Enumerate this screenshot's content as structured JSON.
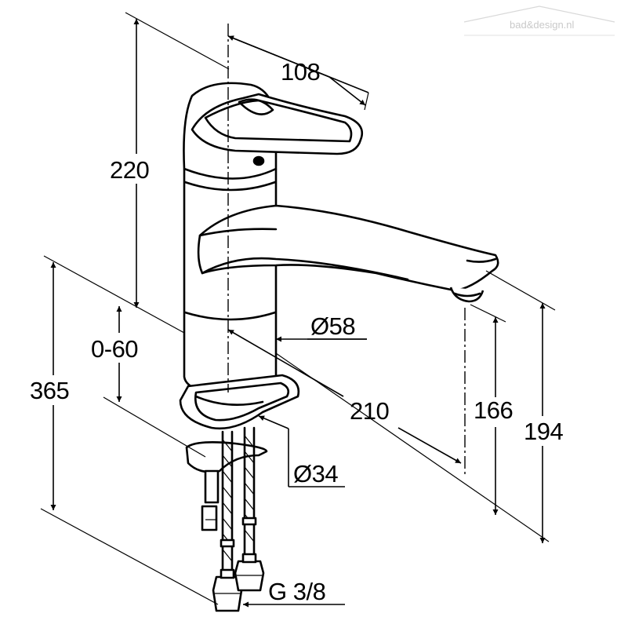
{
  "watermark": {
    "text": "bad&design.nl"
  },
  "dimensions": {
    "width_108": "108",
    "height_220": "220",
    "adjust_0_60": "0-60",
    "height_365": "365",
    "diameter_58": "Ø58",
    "length_210": "210",
    "height_166": "166",
    "height_194": "194",
    "diameter_34": "Ø34",
    "thread_g38": "G 3/8"
  }
}
